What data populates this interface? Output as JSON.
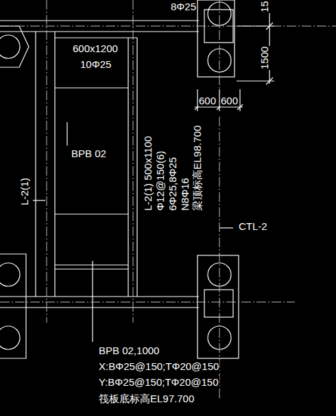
{
  "diagram": {
    "labels": [
      "8Φ25",
      "15",
      "1500",
      "600",
      "600",
      "600x1200",
      "10Φ25",
      "BPB 02",
      "L-2(1)",
      "L-2(1) 500x1100",
      "Φ12@150(6)",
      "6Φ25,8Φ25",
      "N8Φ16",
      "梁顶标高EL98.700",
      "CTL-2",
      "BPB 02,1000",
      "X:BΦ25@150;TΦ20@150",
      "Y:BΦ25@150;TΦ20@150",
      "筏板底标高EL97.700"
    ]
  }
}
